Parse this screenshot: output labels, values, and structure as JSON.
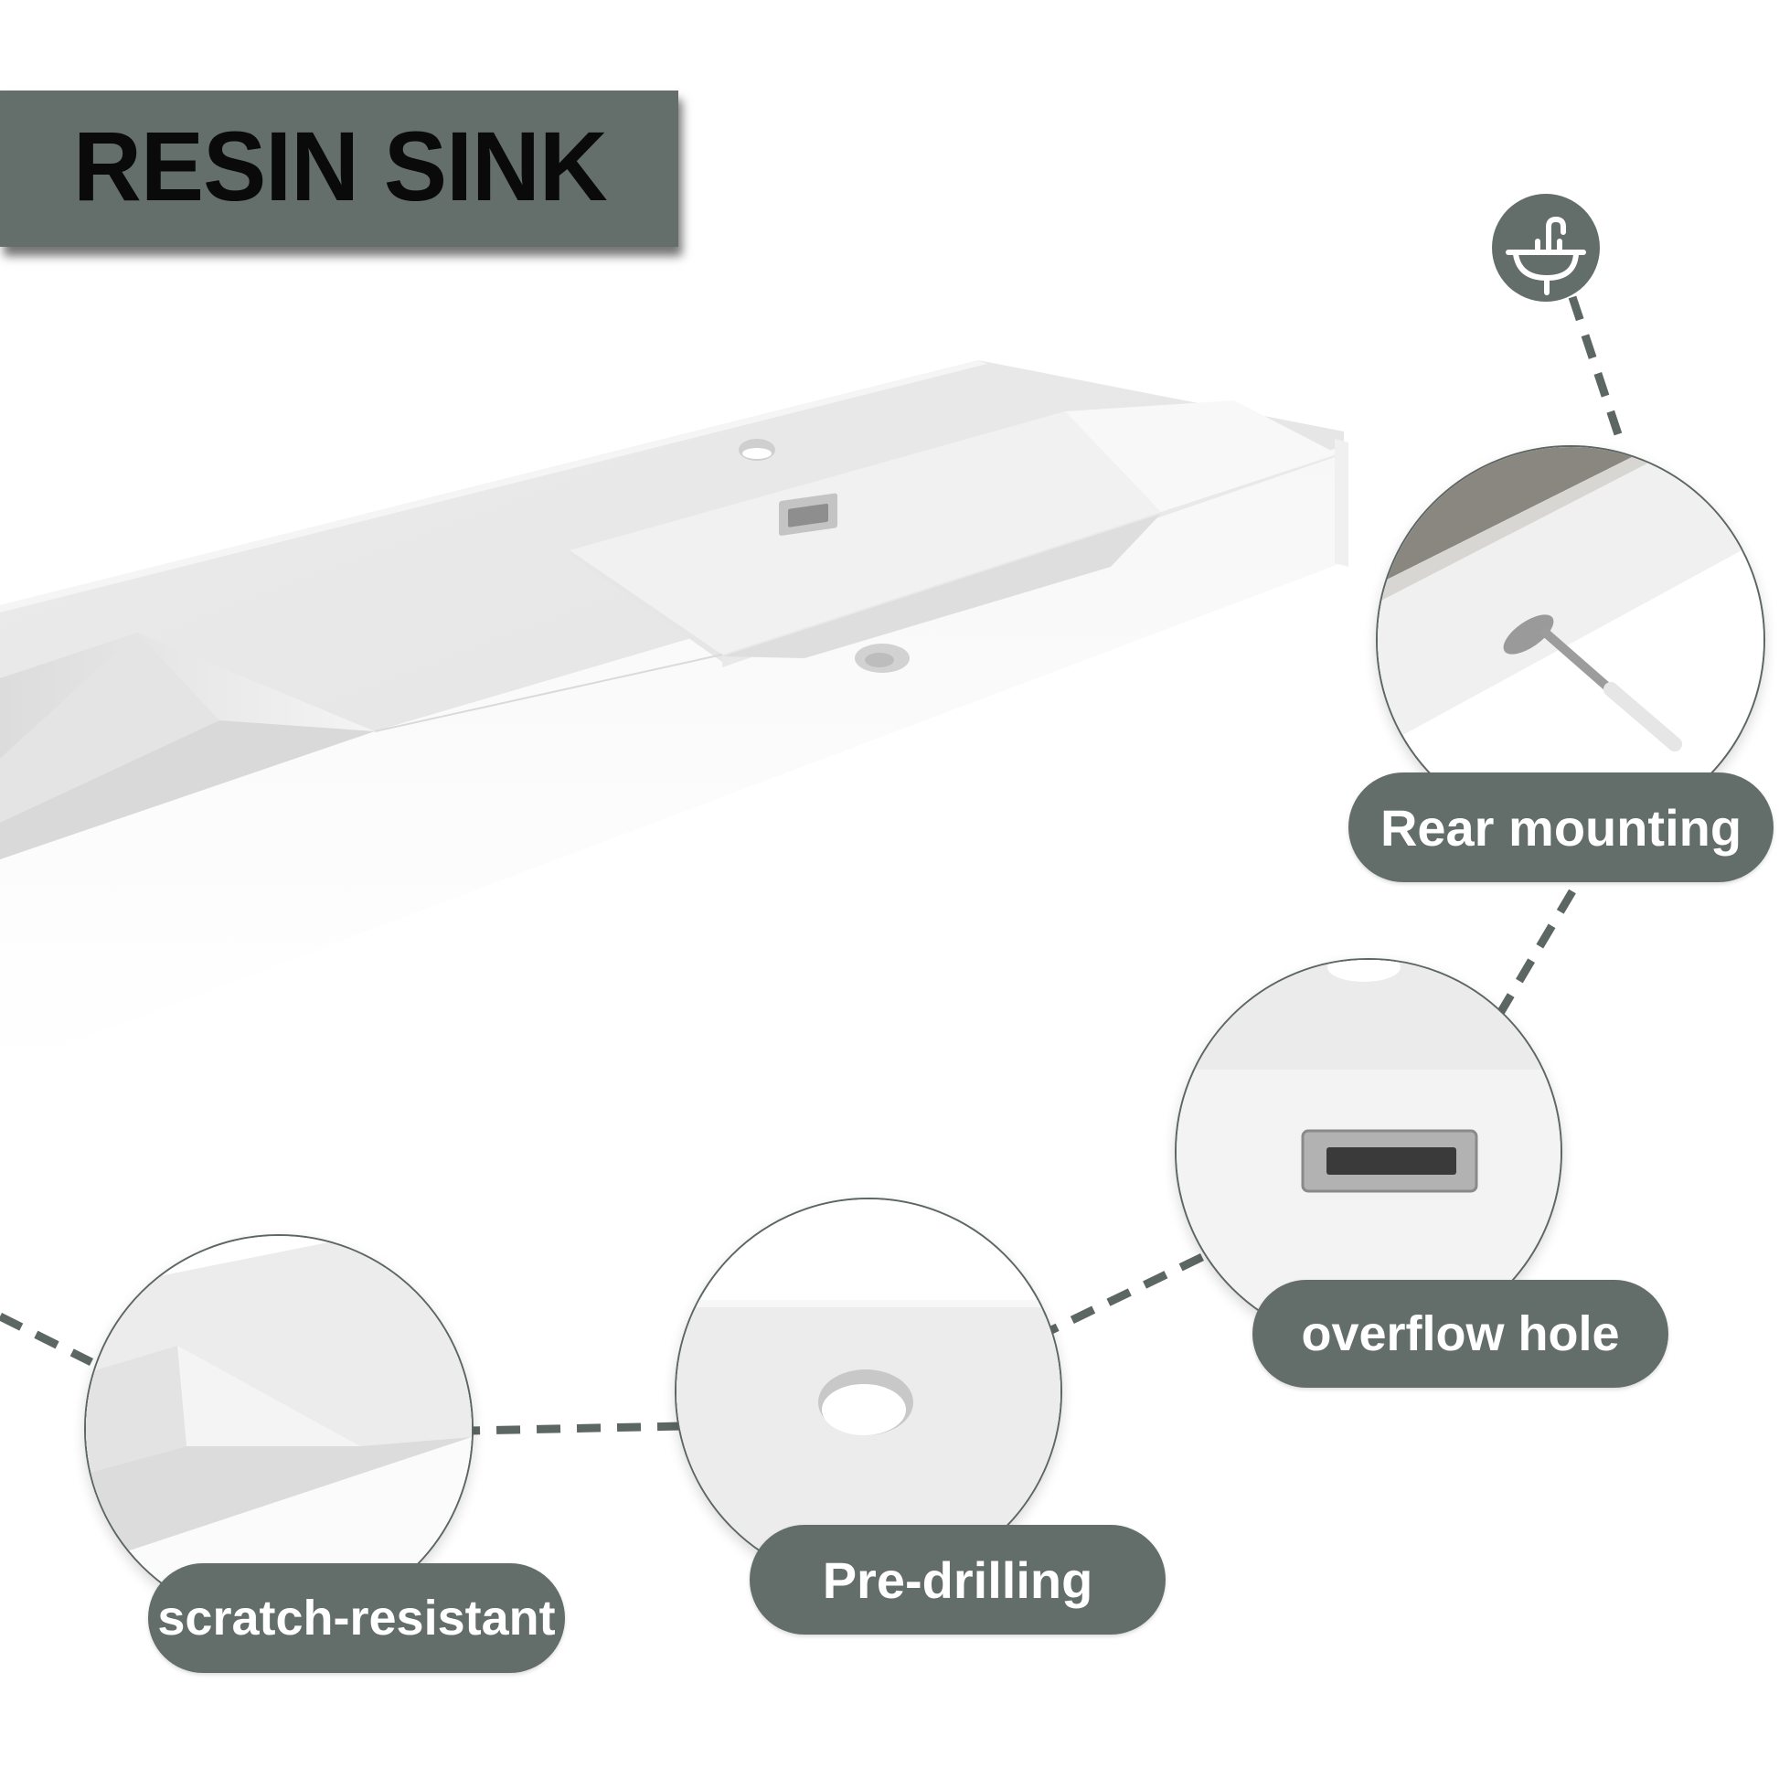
{
  "title": {
    "text": "RESIN SINK",
    "background": "#646f6b",
    "color": "#0a0a0a"
  },
  "brand_icon": {
    "name": "sink-icon",
    "background": "#636e6b"
  },
  "colors": {
    "accent": "#636e6b",
    "label_text": "#ffffff",
    "outline": "#5c6663",
    "background": "#ffffff"
  },
  "features": [
    {
      "id": "rear-mounting",
      "label": "Rear mounting",
      "detail": "wall anchor screw through rear edge"
    },
    {
      "id": "overflow-hole",
      "label": "overflow hole",
      "detail": "chrome rectangular overflow"
    },
    {
      "id": "pre-drilling",
      "label": "Pre-drilling",
      "detail": "pre-drilled faucet hole"
    },
    {
      "id": "scratch-resistant",
      "label": "scratch-resistant",
      "detail": "smooth basin corner surface"
    }
  ]
}
